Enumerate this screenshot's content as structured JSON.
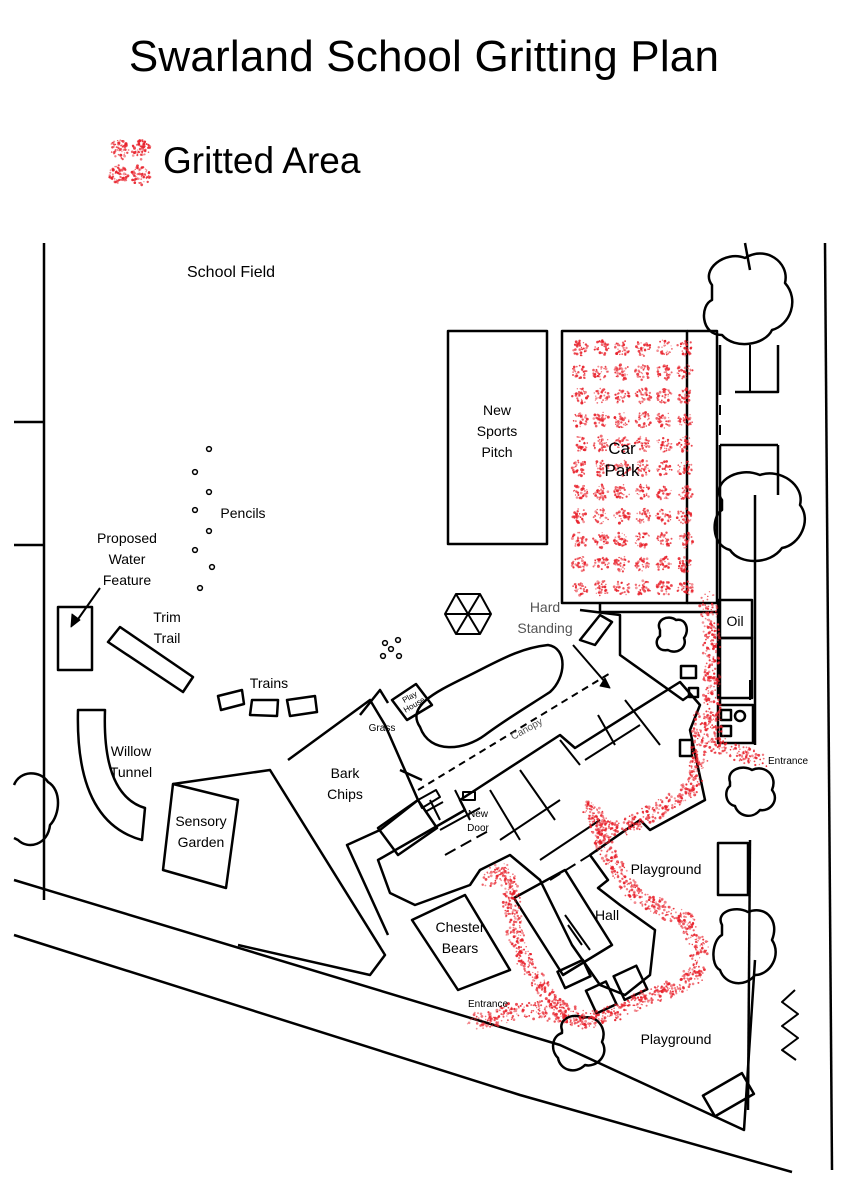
{
  "title": "Swarland School Gritting Plan",
  "legend": {
    "label": "Gritted Area",
    "swatch_color": "#e8202a",
    "swatch_icon": "grit-dots"
  },
  "colors": {
    "grit": "#e8202a",
    "line": "#000000"
  },
  "labels": {
    "school_field": "School Field",
    "new_sports_pitch": [
      "New",
      "Sports",
      "Pitch"
    ],
    "car_park": [
      "Car",
      "Park"
    ],
    "pencils": "Pencils",
    "proposed_water_feature": [
      "Proposed",
      "Water",
      "Feature"
    ],
    "trim_trail": [
      "Trim",
      "Trail"
    ],
    "trains": "Trains",
    "hard_standing": [
      "Hard",
      "Standing"
    ],
    "oil": "Oil",
    "play_house": [
      "Play",
      "House"
    ],
    "grass": "Grass",
    "canopy": "Canopy",
    "willow_tunnel": [
      "Willow",
      "Tunnel"
    ],
    "bark_chips": [
      "Bark",
      "Chips"
    ],
    "new_door": [
      "New",
      "Door"
    ],
    "entrance_east": "Entrance",
    "sensory_garden": [
      "Sensory",
      "Garden"
    ],
    "playground_upper": "Playground",
    "chester_bears": [
      "Chester",
      "Bears"
    ],
    "hall": "Hall",
    "entrance_south": "Entrance",
    "playground_lower": "Playground"
  }
}
